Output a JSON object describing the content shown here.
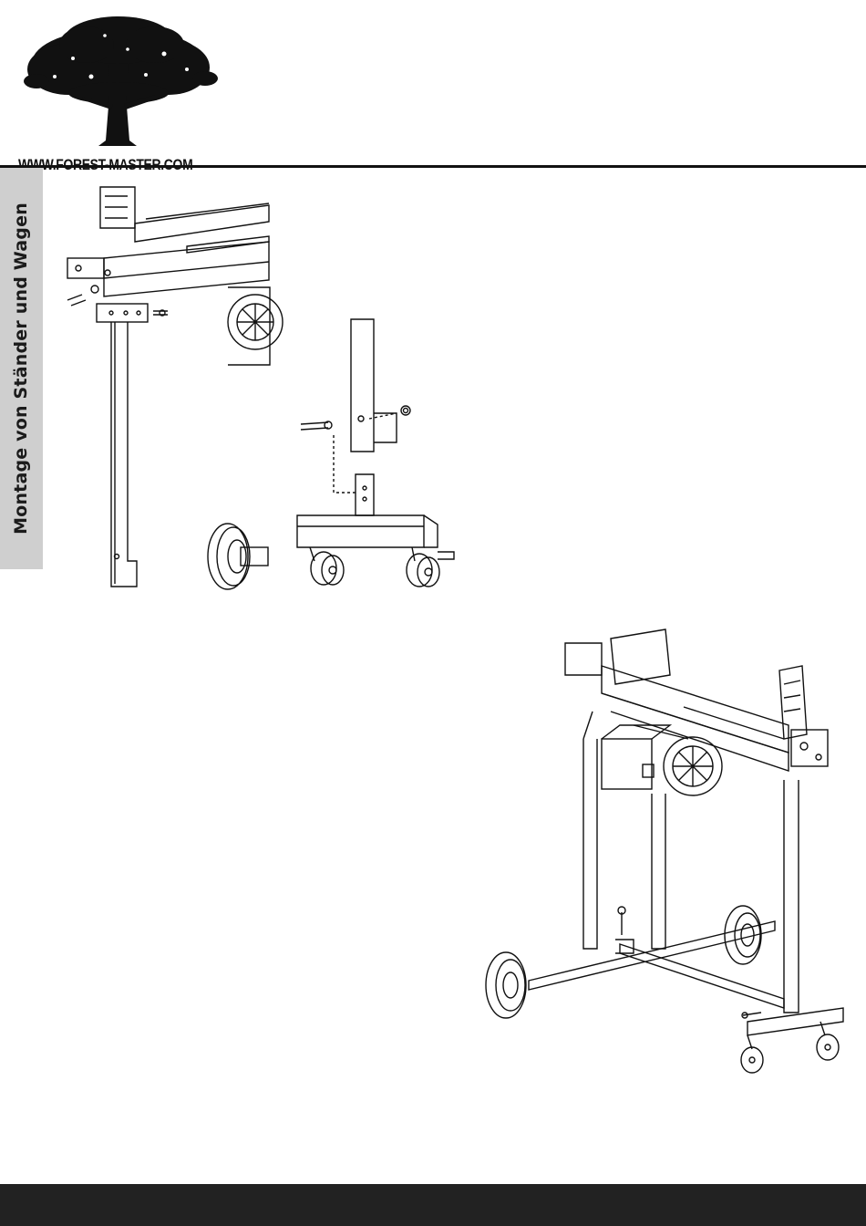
{
  "brand": {
    "website": "WWW.FOREST-MASTER.COM",
    "logo_icon": "tree-icon"
  },
  "side_tab": {
    "label": "Montage von Ständer und Wagen",
    "background": "#cfcfcf"
  },
  "colors": {
    "line": "#111111",
    "footer": "#222222"
  },
  "figures": [
    {
      "icon": "stand-assembly-illustration"
    },
    {
      "icon": "assembled-log-splitter-illustration"
    }
  ]
}
